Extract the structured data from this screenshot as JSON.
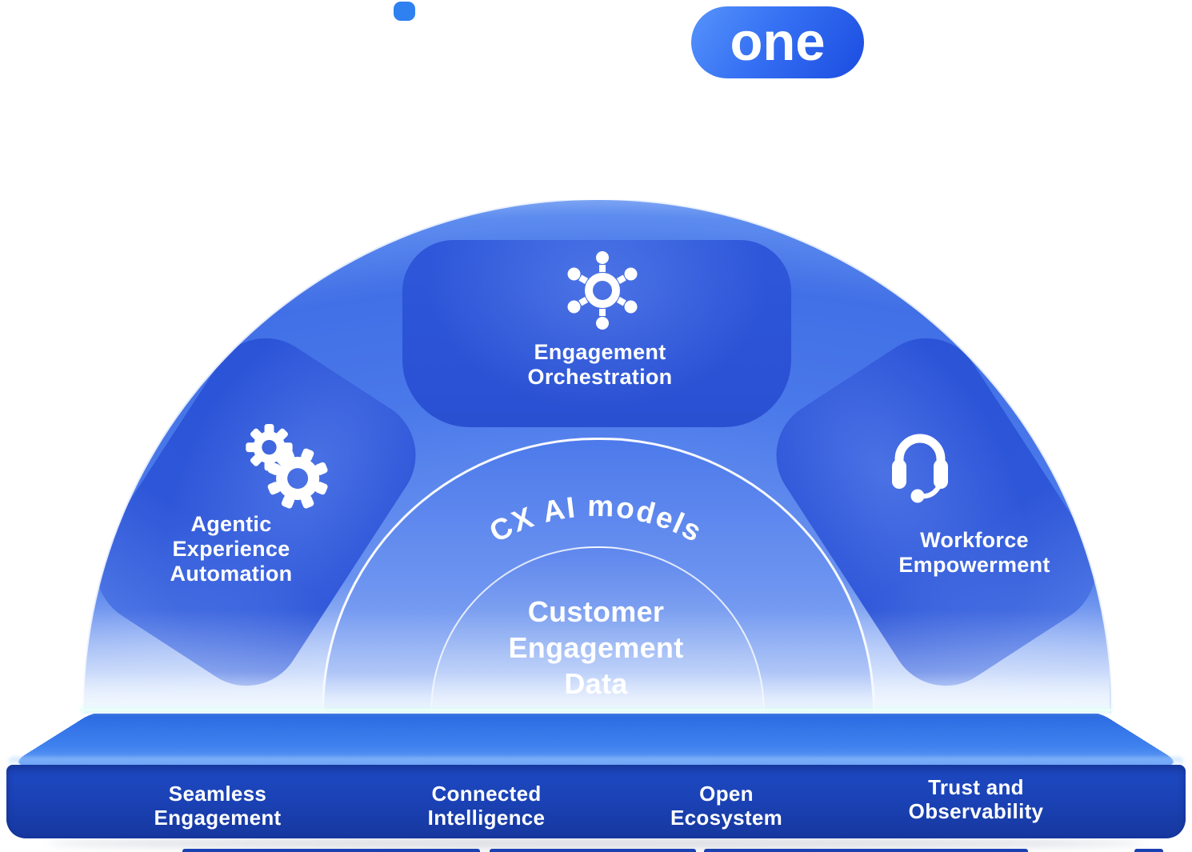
{
  "logo": {
    "dot_color": "#2f80f0",
    "one_badge": {
      "label": "one",
      "bg_from": "#5793fb",
      "bg_to": "#1b4ce0",
      "text_color": "#ffffff"
    }
  },
  "dome": {
    "outline_color": "#ffffff",
    "segments": [
      {
        "id": "agentic-experience-automation",
        "icon": "gears-icon",
        "lines": [
          "Agentic",
          "Experience",
          "Automation"
        ]
      },
      {
        "id": "engagement-orchestration",
        "icon": "network-hub-icon",
        "lines": [
          "Engagement",
          "Orchestration"
        ]
      },
      {
        "id": "workforce-empowerment",
        "icon": "headset-icon",
        "lines": [
          "Workforce",
          "Empowerment"
        ]
      }
    ],
    "ai_ring": {
      "label": "CX AI models"
    },
    "core": {
      "lines": [
        "Customer",
        "Engagement",
        "Data"
      ]
    }
  },
  "platform": {
    "pillars": [
      {
        "lines": [
          "Seamless",
          "Engagement"
        ]
      },
      {
        "lines": [
          "Connected",
          "Intelligence"
        ]
      },
      {
        "lines": [
          "Open",
          "Ecosystem"
        ]
      },
      {
        "lines": [
          "Trust and",
          "Observability"
        ]
      }
    ]
  },
  "colors": {
    "segment_blue": "#2b53d6",
    "dome_blue": "#4a79ea",
    "ring_blue": "#5d87ee",
    "core_top": "#5e86ed",
    "core_bottom": "#bdd0f8",
    "platform_front": "#1b43b7",
    "platform_top": "#3f81ee",
    "text_white": "#ffffff"
  }
}
